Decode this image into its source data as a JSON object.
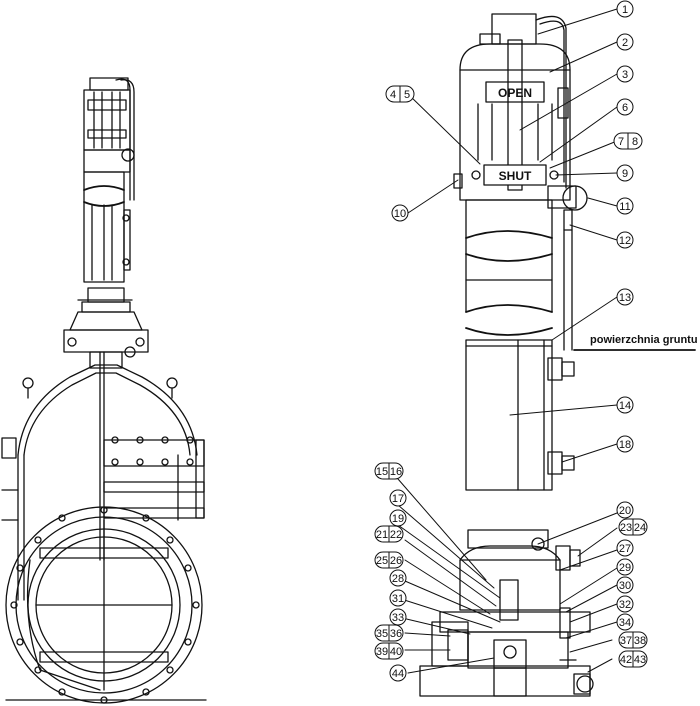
{
  "drawing": {
    "top_label": "OPEN",
    "bottom_label": "SHUT",
    "ground_label": "powierzchnia gruntu"
  },
  "callouts": [
    {
      "id": "c1",
      "label": "1"
    },
    {
      "id": "c2",
      "label": "2"
    },
    {
      "id": "c3",
      "label": "3"
    },
    {
      "id": "c45",
      "label": "4|5"
    },
    {
      "id": "c6",
      "label": "6"
    },
    {
      "id": "c78",
      "label": "7|8"
    },
    {
      "id": "c9",
      "label": "9"
    },
    {
      "id": "c10",
      "label": "10"
    },
    {
      "id": "c11",
      "label": "11"
    },
    {
      "id": "c12",
      "label": "12"
    },
    {
      "id": "c13",
      "label": "13"
    },
    {
      "id": "c14",
      "label": "14"
    },
    {
      "id": "c18",
      "label": "18"
    },
    {
      "id": "c1516",
      "label": "15|16"
    },
    {
      "id": "c17",
      "label": "17"
    },
    {
      "id": "c19",
      "label": "19"
    },
    {
      "id": "c2122",
      "label": "21|22"
    },
    {
      "id": "c20",
      "label": "20"
    },
    {
      "id": "c2324",
      "label": "23|24"
    },
    {
      "id": "c27",
      "label": "27"
    },
    {
      "id": "c2526",
      "label": "25|26"
    },
    {
      "id": "c28",
      "label": "28"
    },
    {
      "id": "c29",
      "label": "29"
    },
    {
      "id": "c30",
      "label": "30"
    },
    {
      "id": "c31",
      "label": "31"
    },
    {
      "id": "c32",
      "label": "32"
    },
    {
      "id": "c33",
      "label": "33"
    },
    {
      "id": "c34",
      "label": "34"
    },
    {
      "id": "c3536",
      "label": "35|36"
    },
    {
      "id": "c3738",
      "label": "37|38"
    },
    {
      "id": "c3940",
      "label": "39|40"
    },
    {
      "id": "c4243",
      "label": "42|43"
    },
    {
      "id": "c44",
      "label": "44"
    }
  ]
}
